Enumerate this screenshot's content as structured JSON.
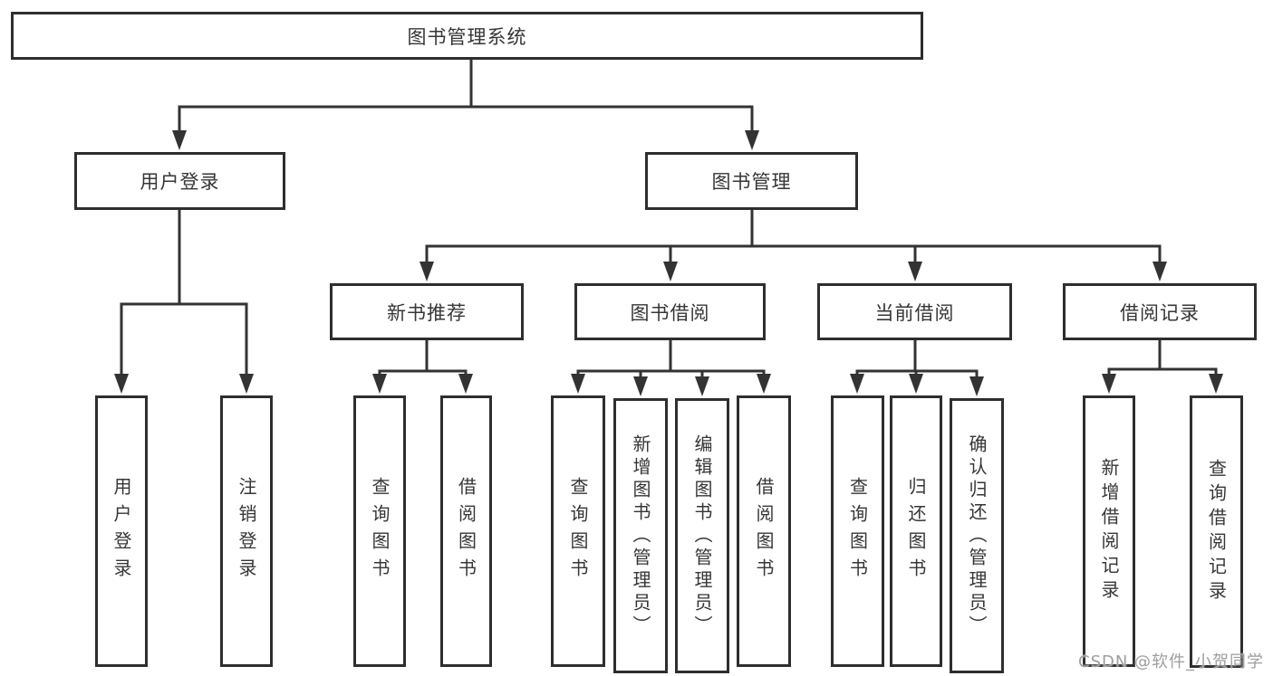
{
  "diagram_type": "tree",
  "tree": {
    "label": "图书管理系统",
    "children": [
      {
        "label": "用户登录",
        "children": [
          {
            "label": "用户登录"
          },
          {
            "label": "注销登录"
          }
        ]
      },
      {
        "label": "图书管理",
        "children": [
          {
            "label": "新书推荐",
            "children": [
              {
                "label": "查询图书"
              },
              {
                "label": "借阅图书"
              }
            ]
          },
          {
            "label": "图书借阅",
            "children": [
              {
                "label": "查询图书"
              },
              {
                "label": "新增图书（管理员）"
              },
              {
                "label": "编辑图书（管理员）"
              },
              {
                "label": "借阅图书"
              }
            ]
          },
          {
            "label": "当前借阅",
            "children": [
              {
                "label": "查询图书"
              },
              {
                "label": "归还图书"
              },
              {
                "label": "确认归还（管理员）"
              }
            ]
          },
          {
            "label": "借阅记录",
            "children": [
              {
                "label": "新增借阅记录"
              },
              {
                "label": "查询借阅记录"
              }
            ]
          }
        ]
      }
    ]
  },
  "watermark": "CSDN @软件_小贺同学",
  "colors": {
    "line": "#333333",
    "box_border": "#2e2e2e",
    "text": "#363636",
    "watermark": "#9e9e9e",
    "background": "#ffffff"
  }
}
